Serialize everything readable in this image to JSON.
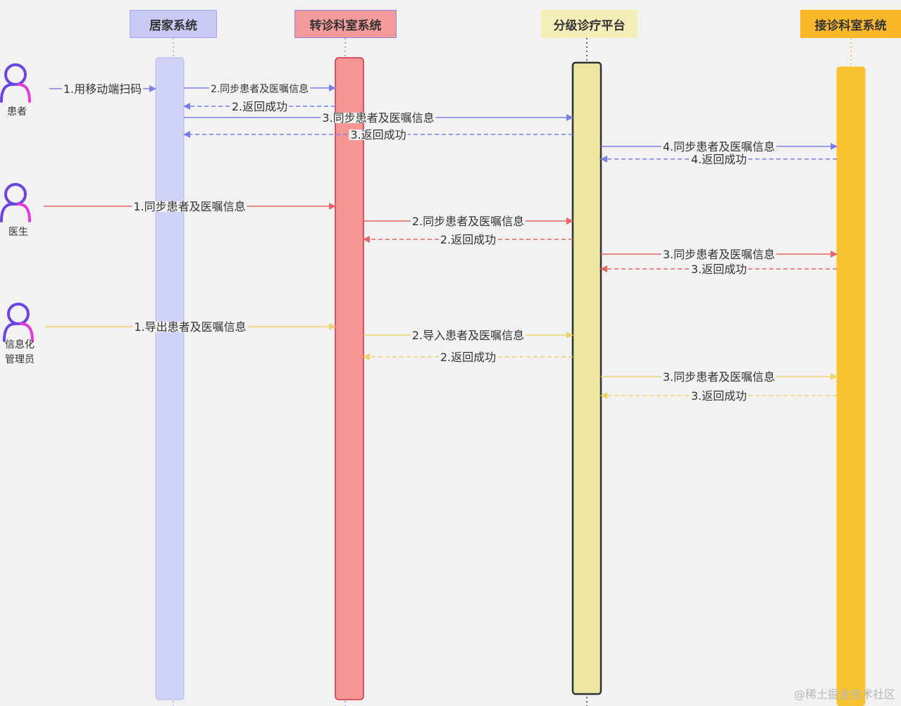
{
  "participants": [
    {
      "id": "home",
      "label": "居家系统",
      "header_bg": "#c8c9f5",
      "header_border": "#a8a9ea",
      "bar_fill": "#d0d2f8",
      "bar_stroke": "#b5b7f0",
      "line": "#a8a9ea"
    },
    {
      "id": "referral",
      "label": "转诊科室系统",
      "header_bg": "#f39a9a",
      "header_border": "#9b7fe0",
      "bar_fill": "#f39694",
      "bar_stroke": "#c21f2d",
      "line": "#9b7fe0"
    },
    {
      "id": "platform",
      "label": "分级诊疗平台",
      "header_bg": "#f5eeb8",
      "header_border": "#f5eeb8",
      "bar_fill": "#f0e6a3",
      "bar_stroke": "#2d3433",
      "line": "#2d3433"
    },
    {
      "id": "receiving",
      "label": "接诊科室系统",
      "header_bg": "#f9b82a",
      "header_border": "#f9b82a",
      "bar_fill": "#f8c231",
      "bar_stroke": "#f8c231",
      "line": "#f9b82a"
    }
  ],
  "actors": [
    {
      "id": "patient",
      "label_lines": [
        "患者"
      ],
      "icon": "person-icon"
    },
    {
      "id": "doctor",
      "label_lines": [
        "医生"
      ],
      "icon": "person-icon"
    },
    {
      "id": "it_admin",
      "label_lines": [
        "信息化",
        "管理员"
      ],
      "icon": "person-icon"
    }
  ],
  "colors": {
    "blue": "#7b7fe8",
    "red": "#e86466",
    "yellow": "#ecd46c",
    "icon_stroke": "#6a45e0",
    "icon_accent": "#e23ad8"
  },
  "messages": [
    {
      "from": "patient",
      "to": "home",
      "label": "1.用移动端扫码",
      "color": "blue",
      "dashed": false
    },
    {
      "from": "home",
      "to": "referral",
      "label": "2.同步患者及医嘱信息",
      "color": "blue",
      "dashed": false
    },
    {
      "from": "referral",
      "to": "home",
      "label": "2.返回成功",
      "color": "blue",
      "dashed": true
    },
    {
      "from": "home",
      "to": "platform",
      "label": "3.同步患者及医嘱信息",
      "color": "blue",
      "dashed": false
    },
    {
      "from": "platform",
      "to": "home",
      "label": "3.返回成功",
      "color": "blue",
      "dashed": true
    },
    {
      "from": "platform",
      "to": "receiving",
      "label": "4.同步患者及医嘱信息",
      "color": "blue",
      "dashed": false
    },
    {
      "from": "receiving",
      "to": "platform",
      "label": "4.返回成功",
      "color": "blue",
      "dashed": true
    },
    {
      "from": "doctor",
      "to": "referral",
      "label": "1.同步患者及医嘱信息",
      "color": "red",
      "dashed": false
    },
    {
      "from": "referral",
      "to": "platform",
      "label": "2.同步患者及医嘱信息",
      "color": "red",
      "dashed": false
    },
    {
      "from": "platform",
      "to": "referral",
      "label": "2.返回成功",
      "color": "red",
      "dashed": true
    },
    {
      "from": "platform",
      "to": "receiving",
      "label": "3.同步患者及医嘱信息",
      "color": "red",
      "dashed": false
    },
    {
      "from": "receiving",
      "to": "platform",
      "label": "3.返回成功",
      "color": "red",
      "dashed": true
    },
    {
      "from": "it_admin",
      "to": "referral",
      "label": "1.导出患者及医嘱信息",
      "color": "yellow",
      "dashed": false
    },
    {
      "from": "referral",
      "to": "platform",
      "label": "2.导入患者及医嘱信息",
      "color": "yellow",
      "dashed": false
    },
    {
      "from": "platform",
      "to": "referral",
      "label": "2.返回成功",
      "color": "yellow",
      "dashed": true
    },
    {
      "from": "platform",
      "to": "receiving",
      "label": "3.同步患者及医嘱信息",
      "color": "yellow",
      "dashed": false
    },
    {
      "from": "receiving",
      "to": "platform",
      "label": "3.返回成功",
      "color": "yellow",
      "dashed": true
    }
  ],
  "watermark": "@稀土掘金技术社区"
}
